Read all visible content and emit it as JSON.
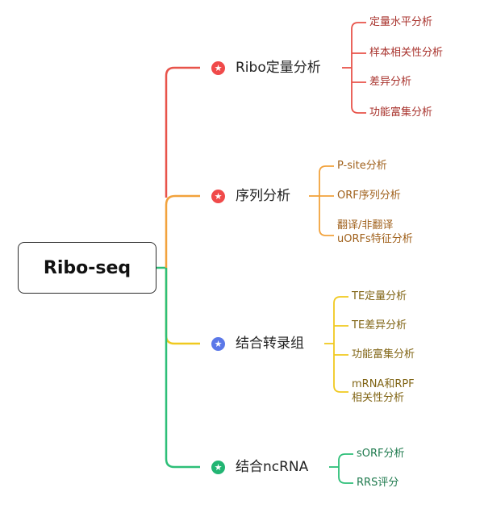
{
  "colors": {
    "red": "#e8534a",
    "orange": "#f2a23c",
    "yellow": "#f0c91f",
    "green": "#2dbf78",
    "red_badge": "#f04a4a",
    "blue_badge": "#5b78e8",
    "green_badge": "#22b573",
    "red_text": "#a8322c",
    "orange_text": "#a0611c",
    "yellow_text": "#806414",
    "green_text": "#1f7a4e"
  },
  "root": {
    "label": "Ribo-seq"
  },
  "branches": [
    {
      "label": "Ribo定量分析",
      "icon": "star-badge-red",
      "leaves": [
        "定量水平分析",
        "样本相关性分析",
        "差异分析",
        "功能富集分析"
      ]
    },
    {
      "label": "序列分析",
      "icon": "star-badge-red",
      "leaves": [
        "P-site分析",
        "ORF序列分析",
        "翻译/非翻译\nuORFs特征分析"
      ]
    },
    {
      "label": "结合转录组",
      "icon": "star-badge-blue",
      "leaves": [
        "TE定量分析",
        "TE差异分析",
        "功能富集分析",
        "mRNA和RPF\n相关性分析"
      ]
    },
    {
      "label": "结合ncRNA",
      "icon": "star-badge-green",
      "leaves": [
        "sORF分析",
        "RRS评分"
      ]
    }
  ]
}
